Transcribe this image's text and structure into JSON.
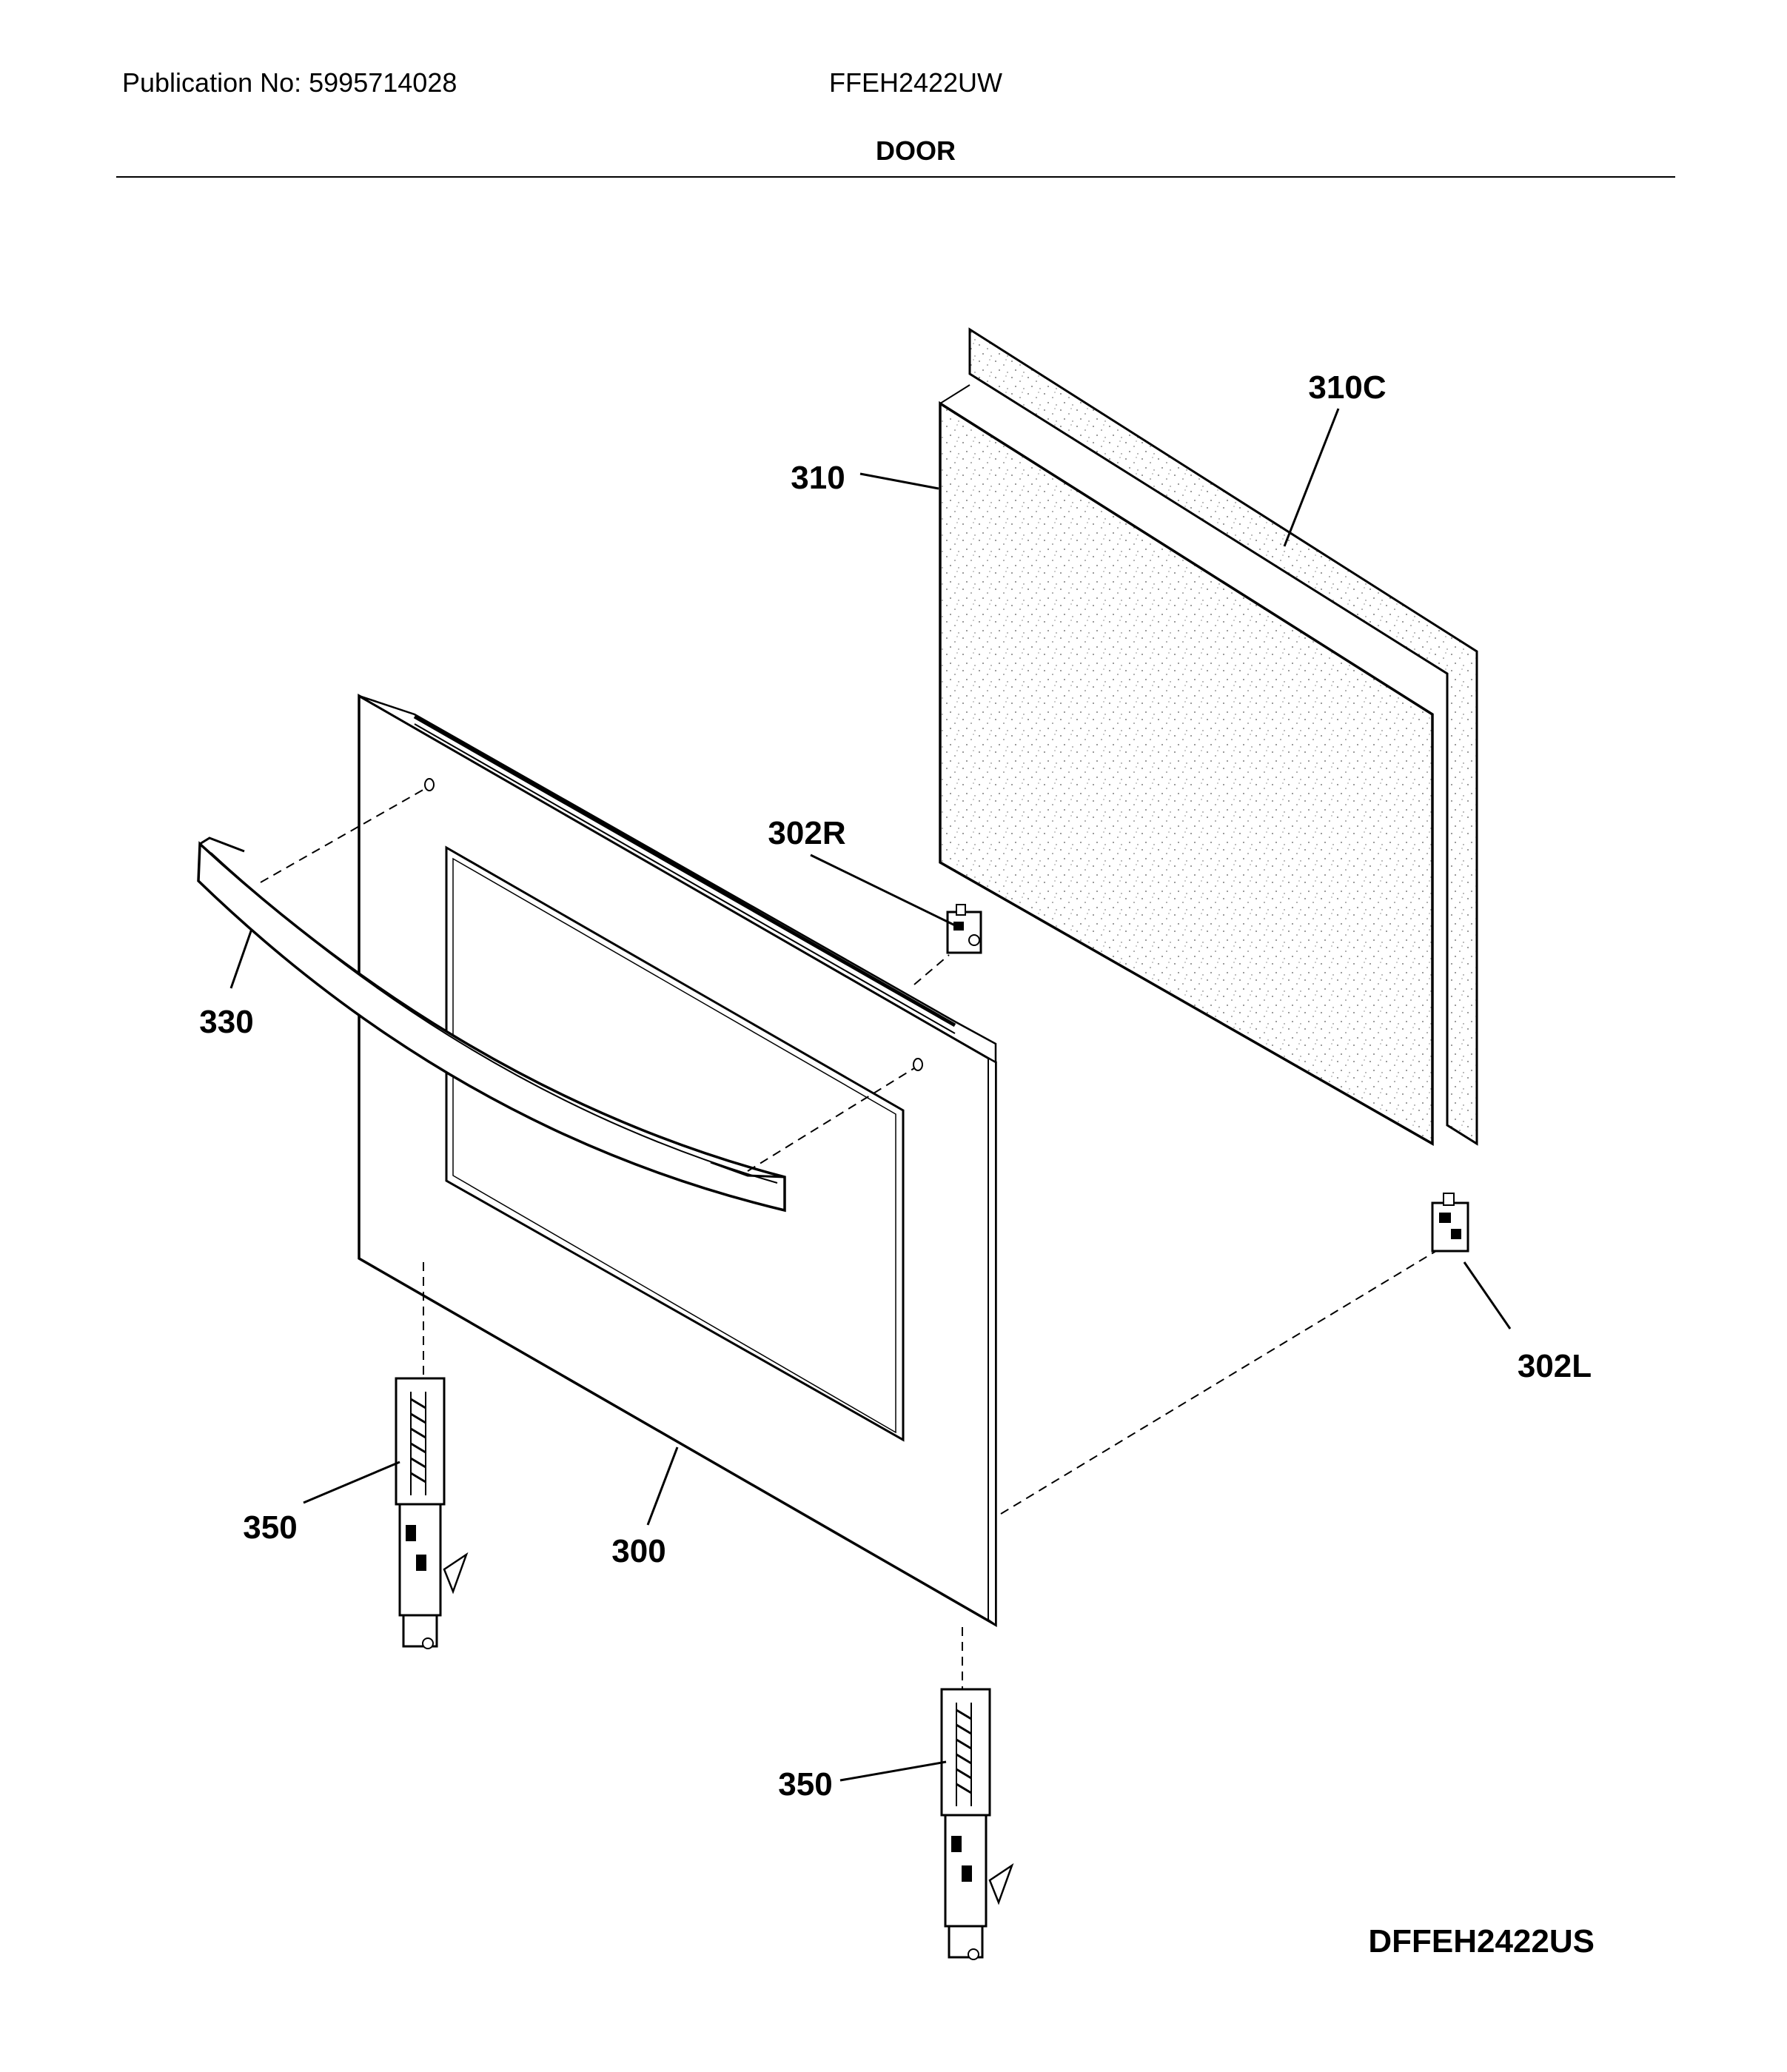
{
  "header": {
    "publication": "Publication No: 5995714028",
    "model": "FFEH2422UW",
    "section_title": "DOOR"
  },
  "diagram_code": "DFFEH2422US",
  "callouts": [
    {
      "id": "c-310c",
      "label": "310C"
    },
    {
      "id": "c-310",
      "label": "310"
    },
    {
      "id": "c-302r",
      "label": "302R"
    },
    {
      "id": "c-330",
      "label": "330"
    },
    {
      "id": "c-302l",
      "label": "302L"
    },
    {
      "id": "c-350a",
      "label": "350"
    },
    {
      "id": "c-300",
      "label": "300"
    },
    {
      "id": "c-350b",
      "label": "350"
    }
  ]
}
